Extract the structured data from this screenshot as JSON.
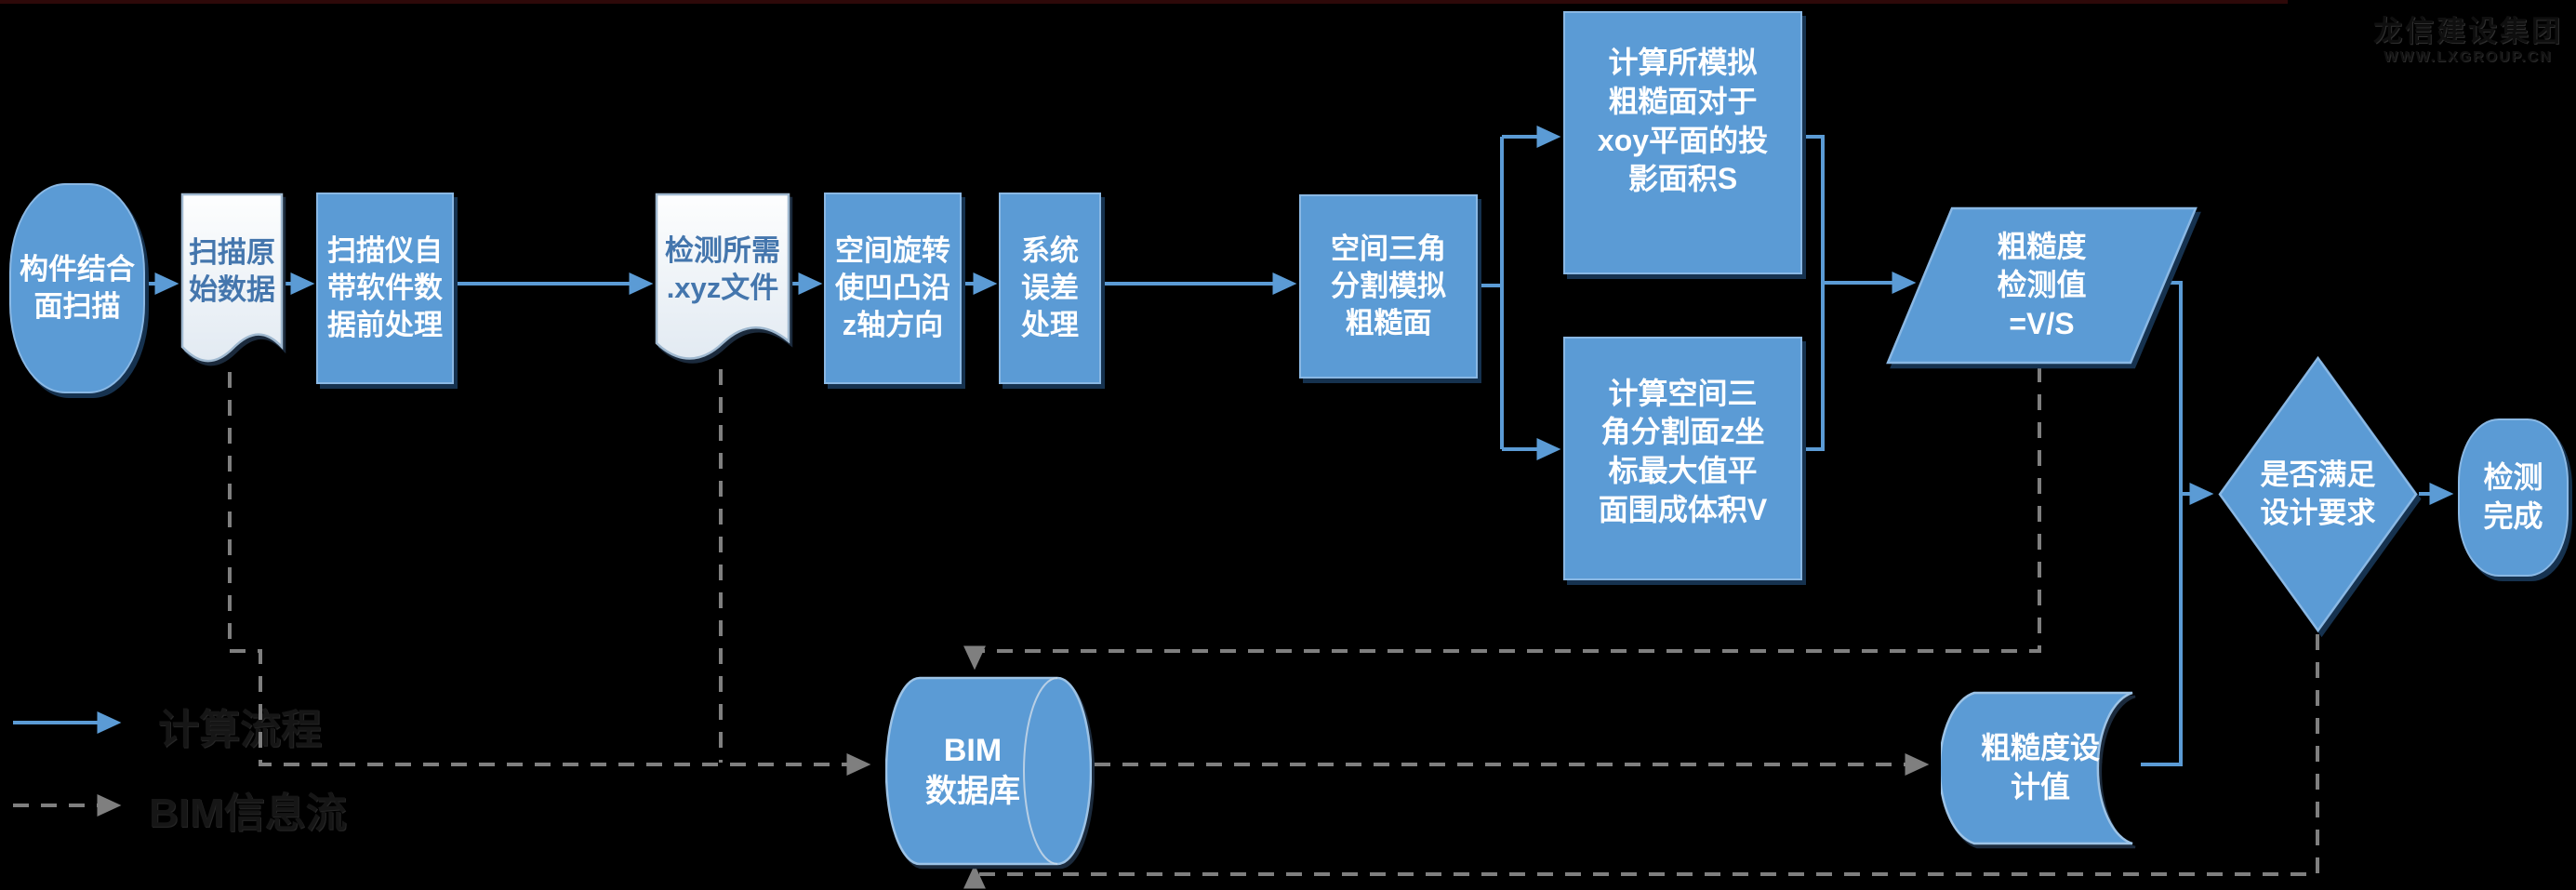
{
  "watermark": {
    "company": "龙信建设集团",
    "website": "WWW.LXGROUP.CN"
  },
  "legend": {
    "solid_label": "计算流程",
    "dashed_label": "BIM信息流"
  },
  "colors": {
    "node_fill": "#5b9bd5",
    "node_border": "#8ab8e4",
    "solid_connector": "#5b9bd5",
    "dashed_connector": "#7f7f7f",
    "document_text": "#4476ad",
    "background": "#000000"
  },
  "nodes": {
    "start": {
      "shape": "stadium",
      "label": "构件结合\n面扫描"
    },
    "raw_data": {
      "shape": "document",
      "label": "扫描原\n始数据"
    },
    "preprocess": {
      "shape": "process",
      "label": "扫描仪自\n带软件数\n据前处理"
    },
    "xyz_file": {
      "shape": "document",
      "label": "检测所需\n.xyz文件"
    },
    "rotate": {
      "shape": "process",
      "label": "空间旋转\n使凹凸沿\nz轴方向"
    },
    "sys_error": {
      "shape": "process",
      "label": "系统\n误差\n处理"
    },
    "triangulate": {
      "shape": "process",
      "label": "空间三角\n分割模拟\n粗糙面"
    },
    "area_s": {
      "shape": "process",
      "label": "计算所模拟\n粗糙面对于\nxoy平面的投\n影面积S"
    },
    "volume_v": {
      "shape": "process",
      "label": "计算空间三\n角分割面z坐\n标最大值平\n面围成体积V"
    },
    "detect_value": {
      "shape": "parallelogram",
      "label": "粗糙度\n检测值\n=V/S"
    },
    "decision": {
      "shape": "diamond",
      "label": "是否满足\n设计要求"
    },
    "done": {
      "shape": "stadium",
      "label": "检测\n完成"
    },
    "bim_db": {
      "shape": "database",
      "label": "BIM\n数据库"
    },
    "design_value": {
      "shape": "stored-data",
      "label": "粗糙度设\n计值"
    }
  }
}
